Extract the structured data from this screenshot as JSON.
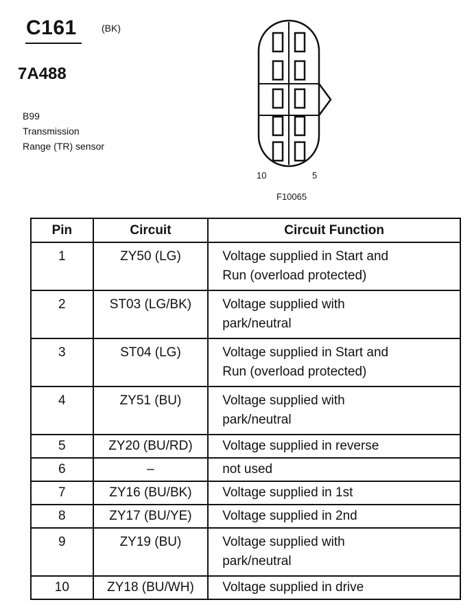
{
  "header": {
    "connector_id": "C161",
    "connector_color": "(BK)",
    "part_number": "7A488",
    "component_code": "B99",
    "component_name_line1": "Transmission",
    "component_name_line2": "Range (TR) sensor"
  },
  "diagram": {
    "pin_label_left": "10",
    "pin_label_right": "5",
    "figure_id": "F10065"
  },
  "table": {
    "headers": {
      "pin": "Pin",
      "circuit": "Circuit",
      "function": "Circuit Function"
    },
    "rows": [
      {
        "pin": "1",
        "circuit": "ZY50 (LG)",
        "function_line1": "Voltage supplied in Start and",
        "function_line2": "Run (overload protected)"
      },
      {
        "pin": "2",
        "circuit": "ST03 (LG/BK)",
        "function_line1": "Voltage supplied with",
        "function_line2": "park/neutral"
      },
      {
        "pin": "3",
        "circuit": "ST04 (LG)",
        "function_line1": "Voltage supplied in Start and",
        "function_line2": "Run (overload protected)"
      },
      {
        "pin": "4",
        "circuit": "ZY51 (BU)",
        "function_line1": "Voltage supplied with",
        "function_line2": "park/neutral"
      },
      {
        "pin": "5",
        "circuit": "ZY20 (BU/RD)",
        "function_line1": "Voltage supplied in reverse"
      },
      {
        "pin": "6",
        "circuit": "–",
        "function_line1": "not used"
      },
      {
        "pin": "7",
        "circuit": "ZY16 (BU/BK)",
        "function_line1": "Voltage supplied in 1st"
      },
      {
        "pin": "8",
        "circuit": "ZY17 (BU/YE)",
        "function_line1": "Voltage supplied in 2nd"
      },
      {
        "pin": "9",
        "circuit": "ZY19 (BU)",
        "function_line1": "Voltage supplied with",
        "function_line2": "park/neutral"
      },
      {
        "pin": "10",
        "circuit": "ZY18 (BU/WH)",
        "function_line1": "Voltage supplied in drive"
      }
    ]
  }
}
